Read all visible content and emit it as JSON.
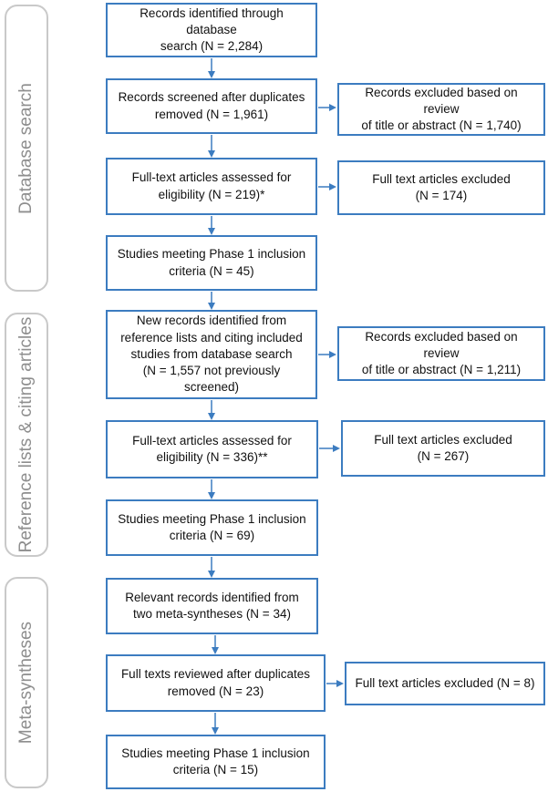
{
  "phases": {
    "database": "Database search",
    "reference": "Reference lists & citing articles",
    "meta": "Meta-syntheses"
  },
  "boxes": {
    "b1": "Records identified through database\nsearch (N = 2,284)",
    "b2": "Records screened after duplicates\nremoved (N = 1,961)",
    "b2x": "Records excluded based on review\nof title or abstract (N = 1,740)",
    "b3": "Full-text articles assessed for\neligibility (N = 219)*",
    "b3x": "Full text articles excluded\n(N = 174)",
    "b4": "Studies meeting Phase 1 inclusion\ncriteria (N = 45)",
    "b5": "New records identified from\nreference lists and citing included\nstudies from database search\n(N = 1,557 not previously screened)",
    "b5x": "Records excluded based on review\nof title or abstract (N = 1,211)",
    "b6": "Full-text articles assessed for\neligibility (N = 336)**",
    "b6x": "Full text articles excluded\n(N = 267)",
    "b7": "Studies meeting Phase 1 inclusion\ncriteria (N = 69)",
    "b8": "Relevant records identified from\ntwo meta-syntheses (N = 34)",
    "b9": "Full texts reviewed after duplicates\nremoved (N = 23)",
    "b9x": "Full text articles excluded (N = 8)",
    "b10": "Studies meeting Phase 1 inclusion\ncriteria (N = 15)"
  },
  "colors": {
    "box_border": "#3c7cc0",
    "arrow": "#3c7cc0",
    "phase_border": "#c9c9c9",
    "phase_text": "#8e8e8e"
  }
}
